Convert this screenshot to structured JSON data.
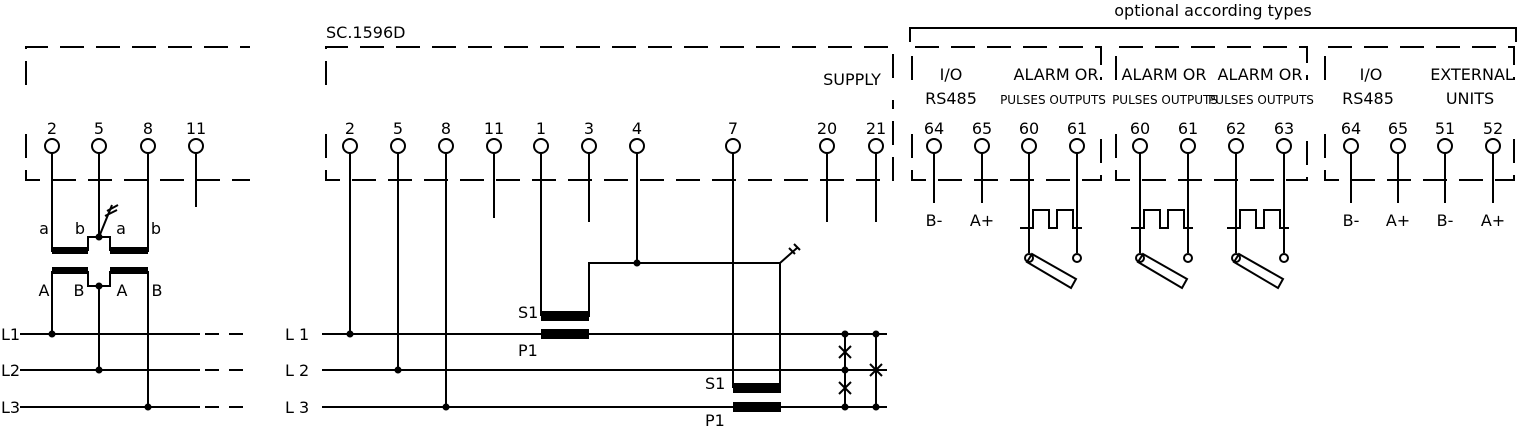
{
  "header": {
    "optional_label": "optional according types"
  },
  "meter_model": "SC.1596D",
  "left_panel": {
    "terminals": [
      "2",
      "5",
      "8",
      "11"
    ],
    "vt_labels": {
      "a1": "a",
      "b1": "b",
      "a2": "a",
      "b2": "b",
      "A1": "A",
      "B1": "B",
      "A2": "A",
      "B2": "B"
    },
    "lines": [
      "L1",
      "L2",
      "L3"
    ]
  },
  "main_panel": {
    "terminals": [
      "2",
      "5",
      "8",
      "11",
      "1",
      "3",
      "4",
      "7",
      "20",
      "21"
    ],
    "supply_label": "SUPPLY",
    "ct_labels": {
      "s1_top": "S1",
      "p1_top": "P1",
      "s1_bottom": "S1",
      "p1_bottom": "P1"
    },
    "lines": [
      "L 1",
      "L 2",
      "L 3"
    ]
  },
  "module1": {
    "title_io": "I/O",
    "title_rs": "RS485",
    "title_alarm": "ALARM OR",
    "title_pulses": "PULSES OUTPUTS",
    "terminals": [
      "64",
      "65",
      "60",
      "61"
    ],
    "bus_labels": [
      "B-",
      "A+"
    ]
  },
  "module2": {
    "title_alarm1": "ALARM OR",
    "title_pulses1": "PULSES OUTPUTS",
    "title_alarm2": "ALARM OR",
    "title_pulses2": "PULSES OUTPUTS",
    "terminals": [
      "60",
      "61",
      "62",
      "63"
    ]
  },
  "module3": {
    "title_io": "I/O",
    "title_rs": "RS485",
    "title_ext": "EXTERNAL",
    "title_units": "UNITS",
    "terminals": [
      "64",
      "65",
      "51",
      "52"
    ],
    "bus_labels": [
      "B-",
      "A+",
      "B-",
      "A+"
    ]
  }
}
